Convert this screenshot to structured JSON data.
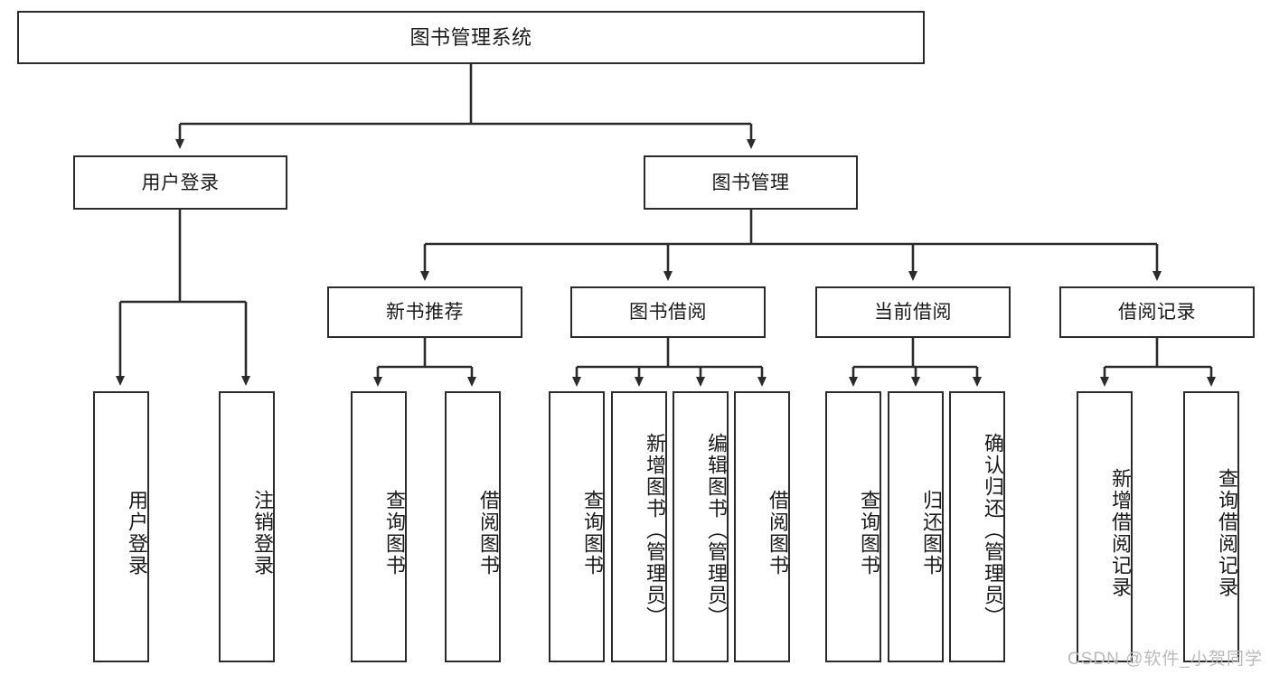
{
  "diagram": {
    "type": "tree",
    "title": "图书管理系统",
    "watermark": "CSDN @软件_小贺同学",
    "colors": {
      "box_border": "#2b2b2b",
      "box_fill": "#ffffff",
      "connector": "#2b2b2b",
      "text": "#1a1a1a",
      "watermark": "#b9b9b9"
    },
    "nodes": {
      "root": {
        "label": "图书管理系统"
      },
      "level2": [
        {
          "id": "user-login",
          "label": "用户登录"
        },
        {
          "id": "book-manage",
          "label": "图书管理"
        }
      ],
      "level3": [
        {
          "id": "new-book-rec",
          "label": "新书推荐"
        },
        {
          "id": "book-borrow",
          "label": "图书借阅"
        },
        {
          "id": "current-borrow",
          "label": "当前借阅"
        },
        {
          "id": "borrow-record",
          "label": "借阅记录"
        }
      ],
      "leaves": {
        "user-login": [
          {
            "id": "leaf-user-login",
            "label": "用户登录"
          },
          {
            "id": "leaf-user-logout",
            "label": "注销登录"
          }
        ],
        "new-book-rec": [
          {
            "id": "leaf-query-book-1",
            "label": "查询图书"
          },
          {
            "id": "leaf-borrow-book-1",
            "label": "借阅图书"
          }
        ],
        "book-borrow": [
          {
            "id": "leaf-query-book-2",
            "label": "查询图书"
          },
          {
            "id": "leaf-add-book",
            "label": "新增图书（管理员）"
          },
          {
            "id": "leaf-edit-book",
            "label": "编辑图书（管理员）"
          },
          {
            "id": "leaf-borrow-book-2",
            "label": "借阅图书"
          }
        ],
        "current-borrow": [
          {
            "id": "leaf-query-book-3",
            "label": "查询图书"
          },
          {
            "id": "leaf-return-book",
            "label": "归还图书"
          },
          {
            "id": "leaf-confirm-return",
            "label": "确认归还（管理员）"
          }
        ],
        "borrow-record": [
          {
            "id": "leaf-add-record",
            "label": "新增借阅记录"
          },
          {
            "id": "leaf-query-record",
            "label": "查询借阅记录"
          }
        ]
      }
    }
  }
}
